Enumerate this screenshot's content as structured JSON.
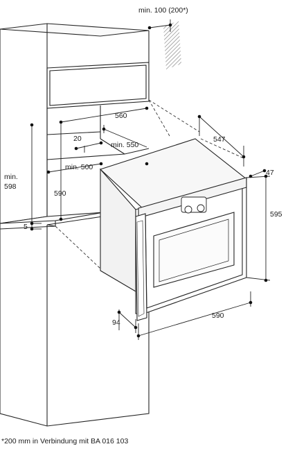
{
  "diagram": {
    "labels": {
      "min_rear_gap": "min. 100 (200*)",
      "niche_depth_top": "560",
      "niche_depth_inner": "min. 550",
      "vent_depth": "20",
      "niche_width_min": "min. 500",
      "niche_height_min_a": "min.",
      "niche_height_min_b": "598",
      "niche_width": "590",
      "shelf_gap": "5",
      "oven_depth": "547",
      "front_panel_depth": "47",
      "oven_height": "595",
      "oven_width": "590",
      "door_depth": "94"
    },
    "footnote": "*200 mm in Verbindung mit BA 016 103"
  }
}
